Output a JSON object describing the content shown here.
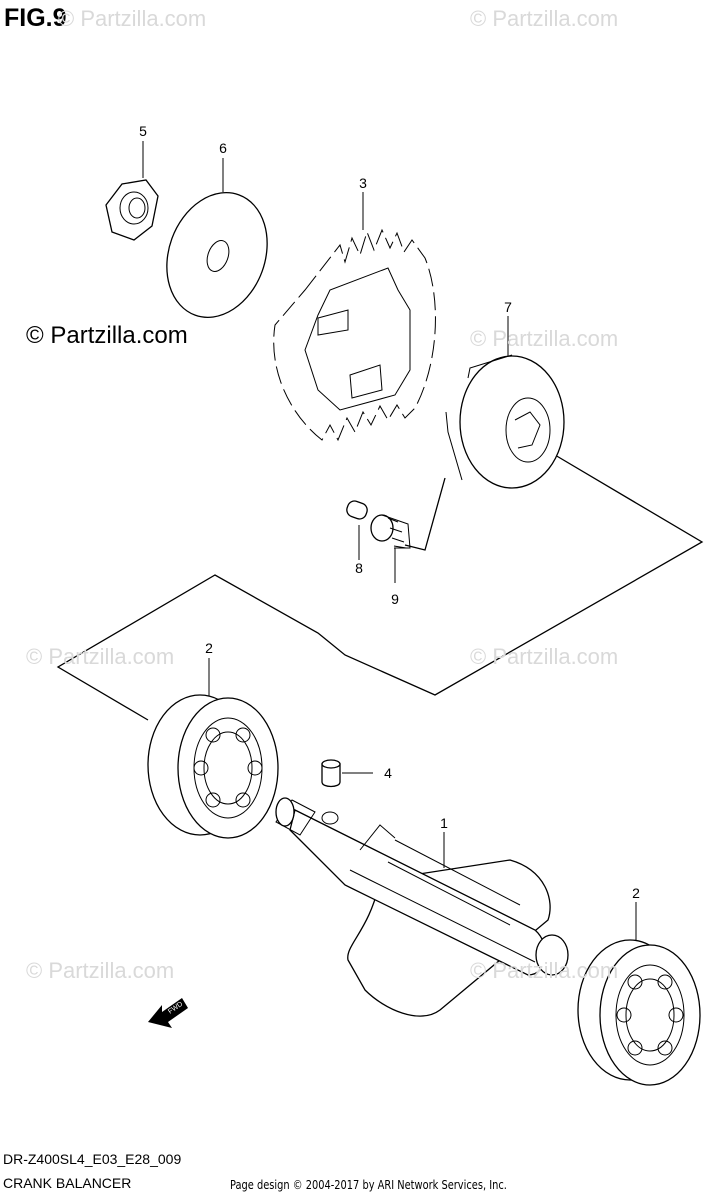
{
  "figure": {
    "label": "FIG.9",
    "code": "DR-Z400SL4_E03_E28_009",
    "title": "CRANK BALANCER"
  },
  "brand_notice": "© Partzilla.com",
  "watermark": "© Partzilla.com",
  "credit": "Page design © 2004-2017 by ARI Network Services, Inc.",
  "fwd_label": "FWD",
  "callouts": [
    "5",
    "6",
    "3",
    "7",
    "8",
    "9",
    "2",
    "4",
    "1",
    "2"
  ]
}
